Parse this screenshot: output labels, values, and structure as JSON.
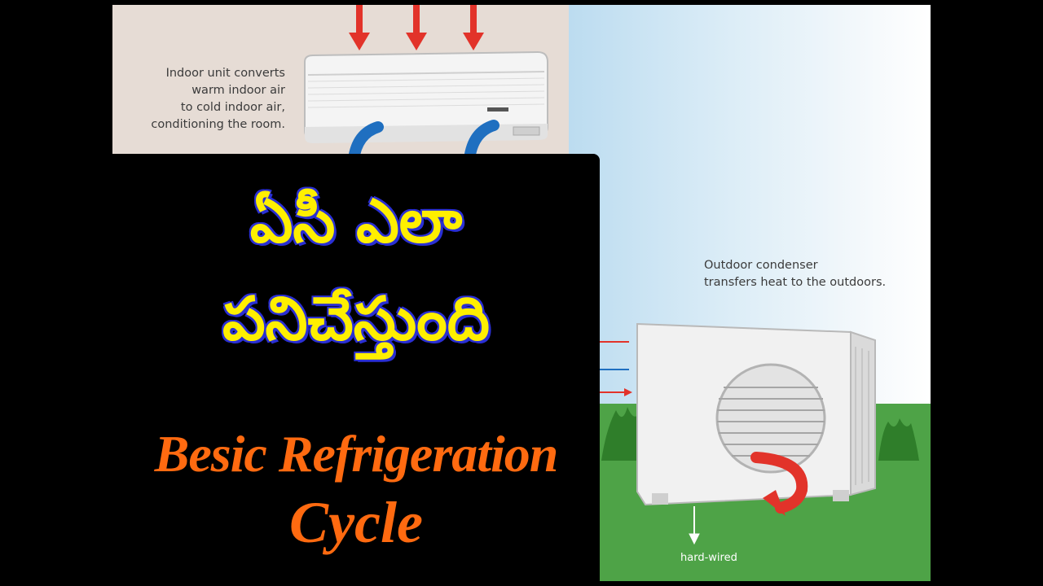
{
  "captions": {
    "indoor": "Indoor unit converts\nwarm indoor air\nto cold indoor air,\nconditioning the room.",
    "outdoor": "Outdoor condenser\ntransfers heat to the outdoors.",
    "wired": "hard-wired"
  },
  "title": {
    "telugu_line1": "ఏసీ ఎలా",
    "telugu_line2": "పనిచేస్తుంది",
    "english_line1": "Besic Refrigeration",
    "english_line2": "Cycle"
  },
  "colors": {
    "arrow_red": "#e2332a",
    "pipe_blue": "#1f6fc0",
    "telugu_yellow": "#ffef00",
    "telugu_outline": "#2a2fd4",
    "english_orange": "#ff6a10",
    "grass": "#4ea347"
  }
}
